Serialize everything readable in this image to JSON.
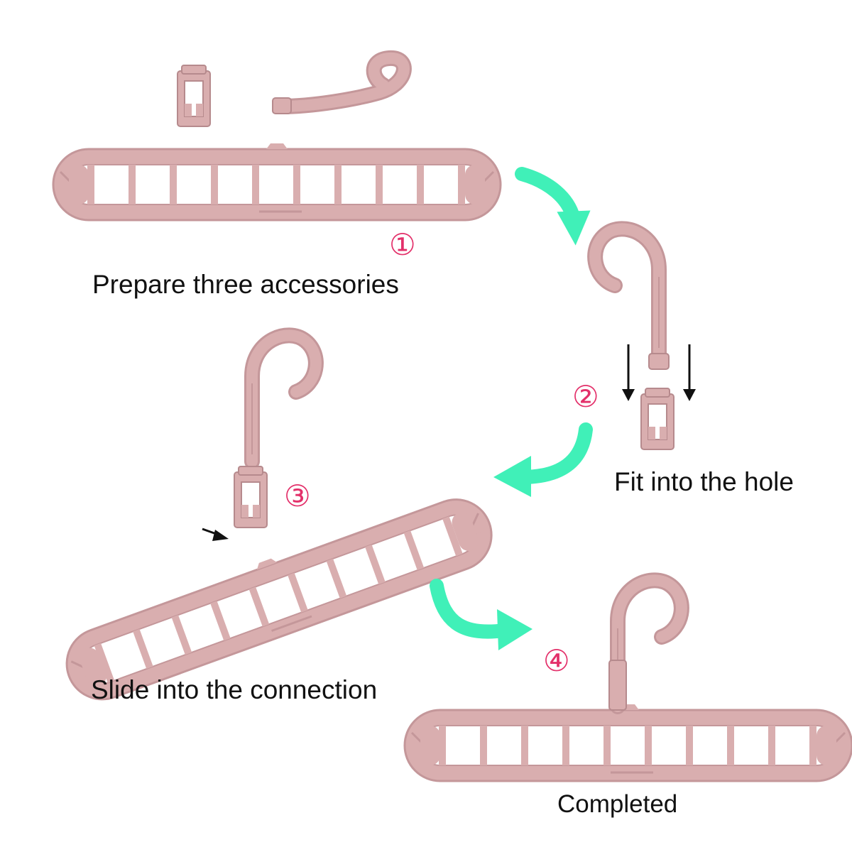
{
  "colors": {
    "plastic": "#D9AEAF",
    "plastic_edge": "#C4979A",
    "plastic_dark": "#B68A8D",
    "arrow_teal": "#40F0B8",
    "step_number": "#E3306A",
    "caption_text": "#111111",
    "background": "#FFFFFF"
  },
  "steps": [
    {
      "number": "①",
      "caption": "Prepare three accessories"
    },
    {
      "number": "②",
      "caption": "Fit into the hole"
    },
    {
      "number": "③",
      "caption": "Slide into the connection"
    },
    {
      "number": "④",
      "caption": "Completed"
    }
  ],
  "icons": {
    "flow_arrow": "curved-arrow-icon",
    "guide_arrow": "small-arrow-icon",
    "hook": "hook-icon",
    "clip": "clip-connector-icon",
    "hanger_bar": "hanger-bar-icon"
  },
  "hanger_hole_count": 9
}
